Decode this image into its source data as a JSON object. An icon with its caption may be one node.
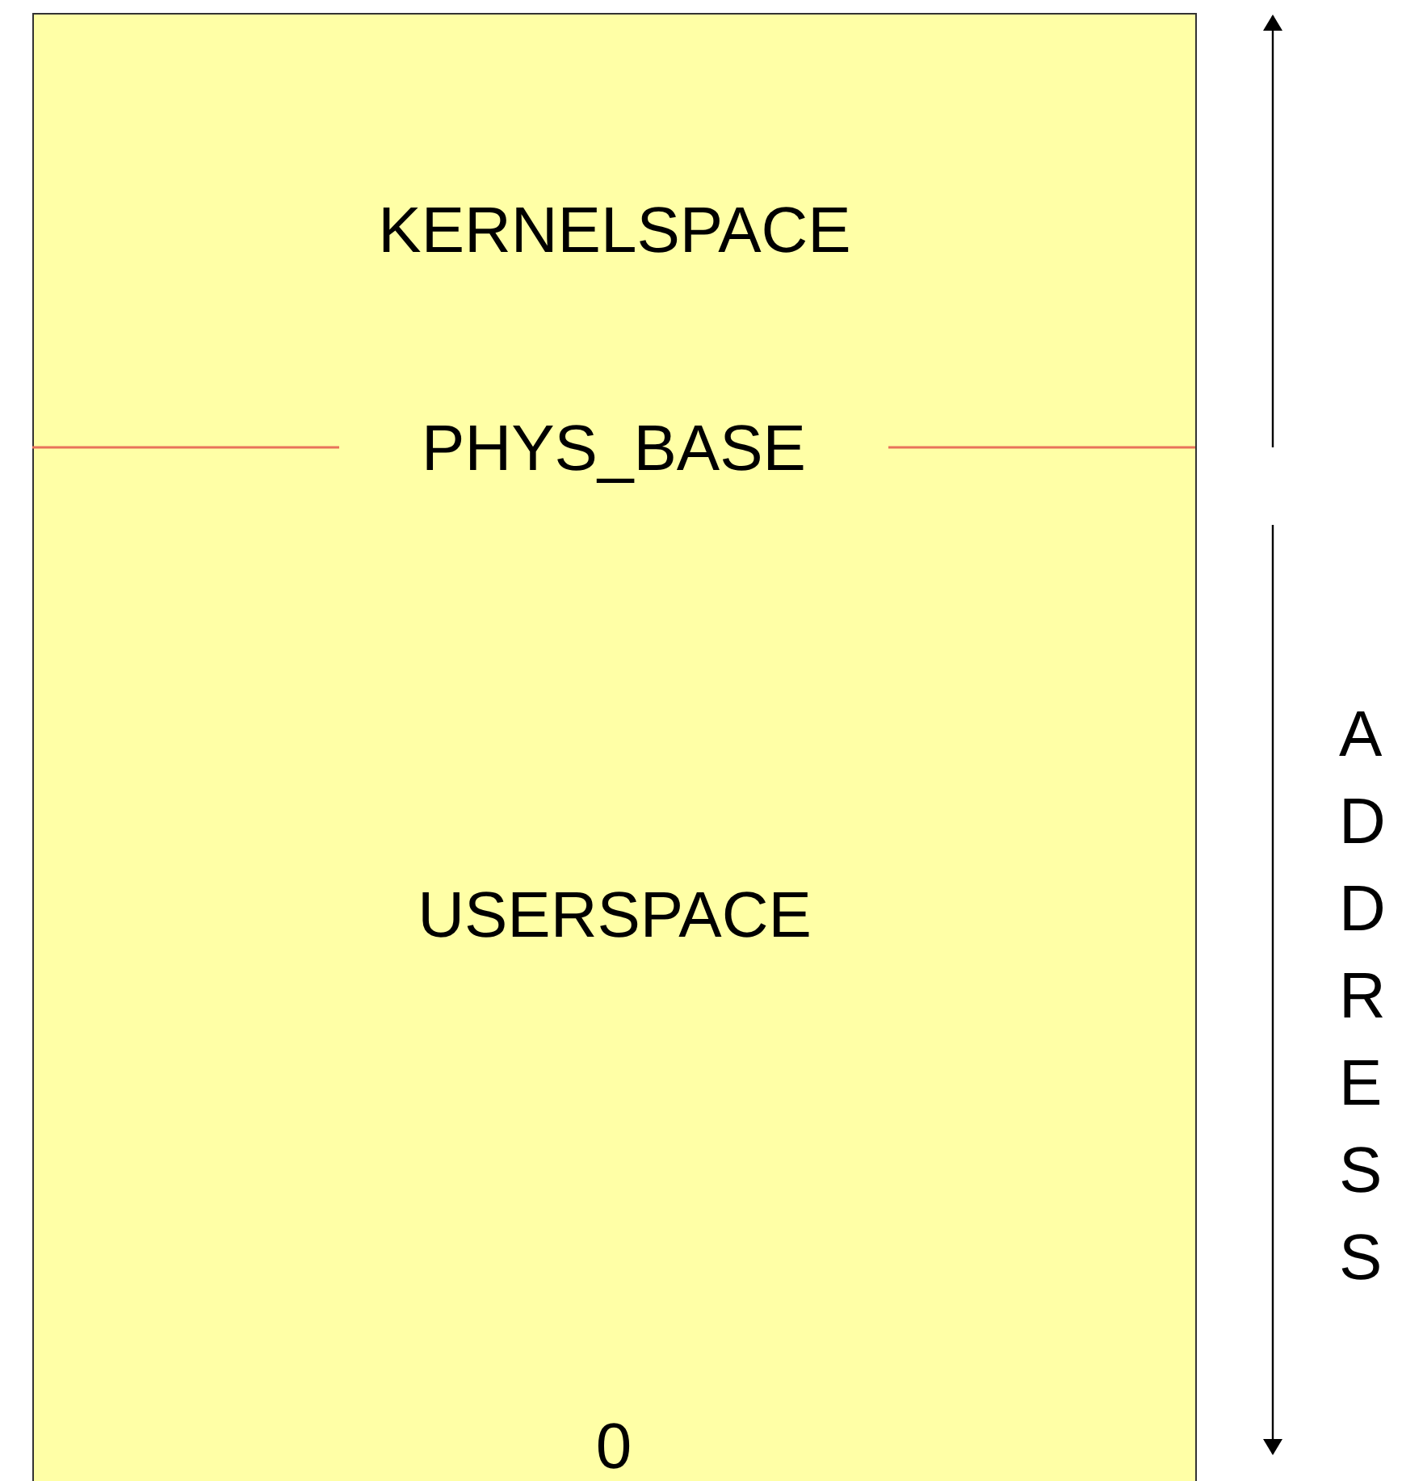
{
  "diagram": {
    "nodes": [
      {
        "text": [
          "KERNELSPACE"
        ]
      },
      {
        "text": [
          "USERSPACE"
        ]
      }
    ],
    "labels": [
      "PHYS_BASE",
      "0",
      "ADDRESS"
    ]
  }
}
